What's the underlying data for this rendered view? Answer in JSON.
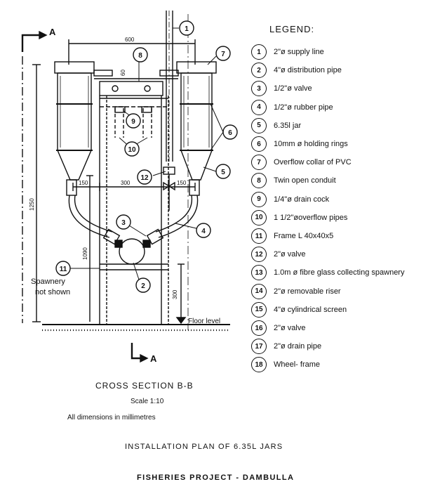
{
  "drawing": {
    "section_marker": "A",
    "dim_top": "600",
    "dim_overall_height": "1250",
    "dim_lower_height": "1090",
    "dim_left_150": "150",
    "dim_center_300": "300",
    "dim_right_150": "150",
    "dim_frame_300": "300",
    "dim_small_60": "60",
    "spawnery_note": [
      "Spawnery",
      "not shown"
    ],
    "floor_label": "Floor level",
    "callouts": [
      "1",
      "2",
      "3",
      "4",
      "5",
      "6",
      "7",
      "8",
      "9",
      "10",
      "11",
      "12"
    ]
  },
  "legend": {
    "title": "LEGEND:",
    "items": [
      {
        "num": "1",
        "text": "2\"ø supply line"
      },
      {
        "num": "2",
        "text": "4\"ø distribution pipe"
      },
      {
        "num": "3",
        "text": "1/2\"ø valve"
      },
      {
        "num": "4",
        "text": "1/2\"ø rubber pipe"
      },
      {
        "num": "5",
        "text": "6.35l jar"
      },
      {
        "num": "6",
        "text": "10mm ø holding rings"
      },
      {
        "num": "7",
        "text": "Overflow collar of PVC"
      },
      {
        "num": "8",
        "text": "Twin open conduit"
      },
      {
        "num": "9",
        "text": "1/4\"ø drain cock"
      },
      {
        "num": "10",
        "text": "1 1/2\"øoverflow pipes"
      },
      {
        "num": "11",
        "text": "Frame L 40x40x5"
      },
      {
        "num": "12",
        "text": "2\"ø valve"
      },
      {
        "num": "13",
        "text": "1.0m ø fibre glass collecting spawnery"
      },
      {
        "num": "14",
        "text": "2\"ø removable riser"
      },
      {
        "num": "15",
        "text": "4\"ø cylindrical screen"
      },
      {
        "num": "16",
        "text": "2\"ø valve"
      },
      {
        "num": "17",
        "text": "2\"ø drain pipe"
      },
      {
        "num": "18",
        "text": "Wheel- frame"
      }
    ]
  },
  "captions": {
    "section": "CROSS SECTION B-B",
    "scale": "Scale 1:10",
    "dims": "All dimensions in millimetres",
    "installation": "INSTALLATION PLAN OF 6.35L JARS",
    "project": "FISHERIES PROJECT - DAMBULLA"
  }
}
